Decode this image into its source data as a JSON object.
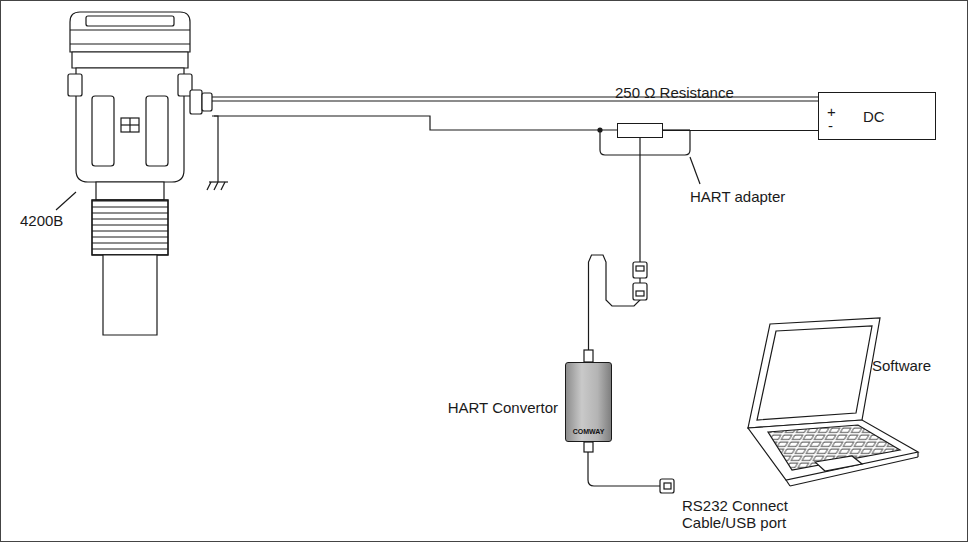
{
  "diagram": {
    "nodes": [
      {
        "text": [
          "250 Ω Resistance"
        ]
      },
      {
        "text": [
          "+",
          "-",
          "DC"
        ]
      },
      {
        "text": [
          "HART Convertor",
          "COMWAY"
        ]
      }
    ],
    "edges": [
      {
        "from": 0,
        "to": 1,
        "arrow": "none"
      },
      {
        "from": 2,
        "to": 0,
        "arrow": "none"
      }
    ],
    "labels": [
      "4200B",
      "HART adapter",
      "RS232 Connect Cable/USB port",
      "Software"
    ]
  }
}
